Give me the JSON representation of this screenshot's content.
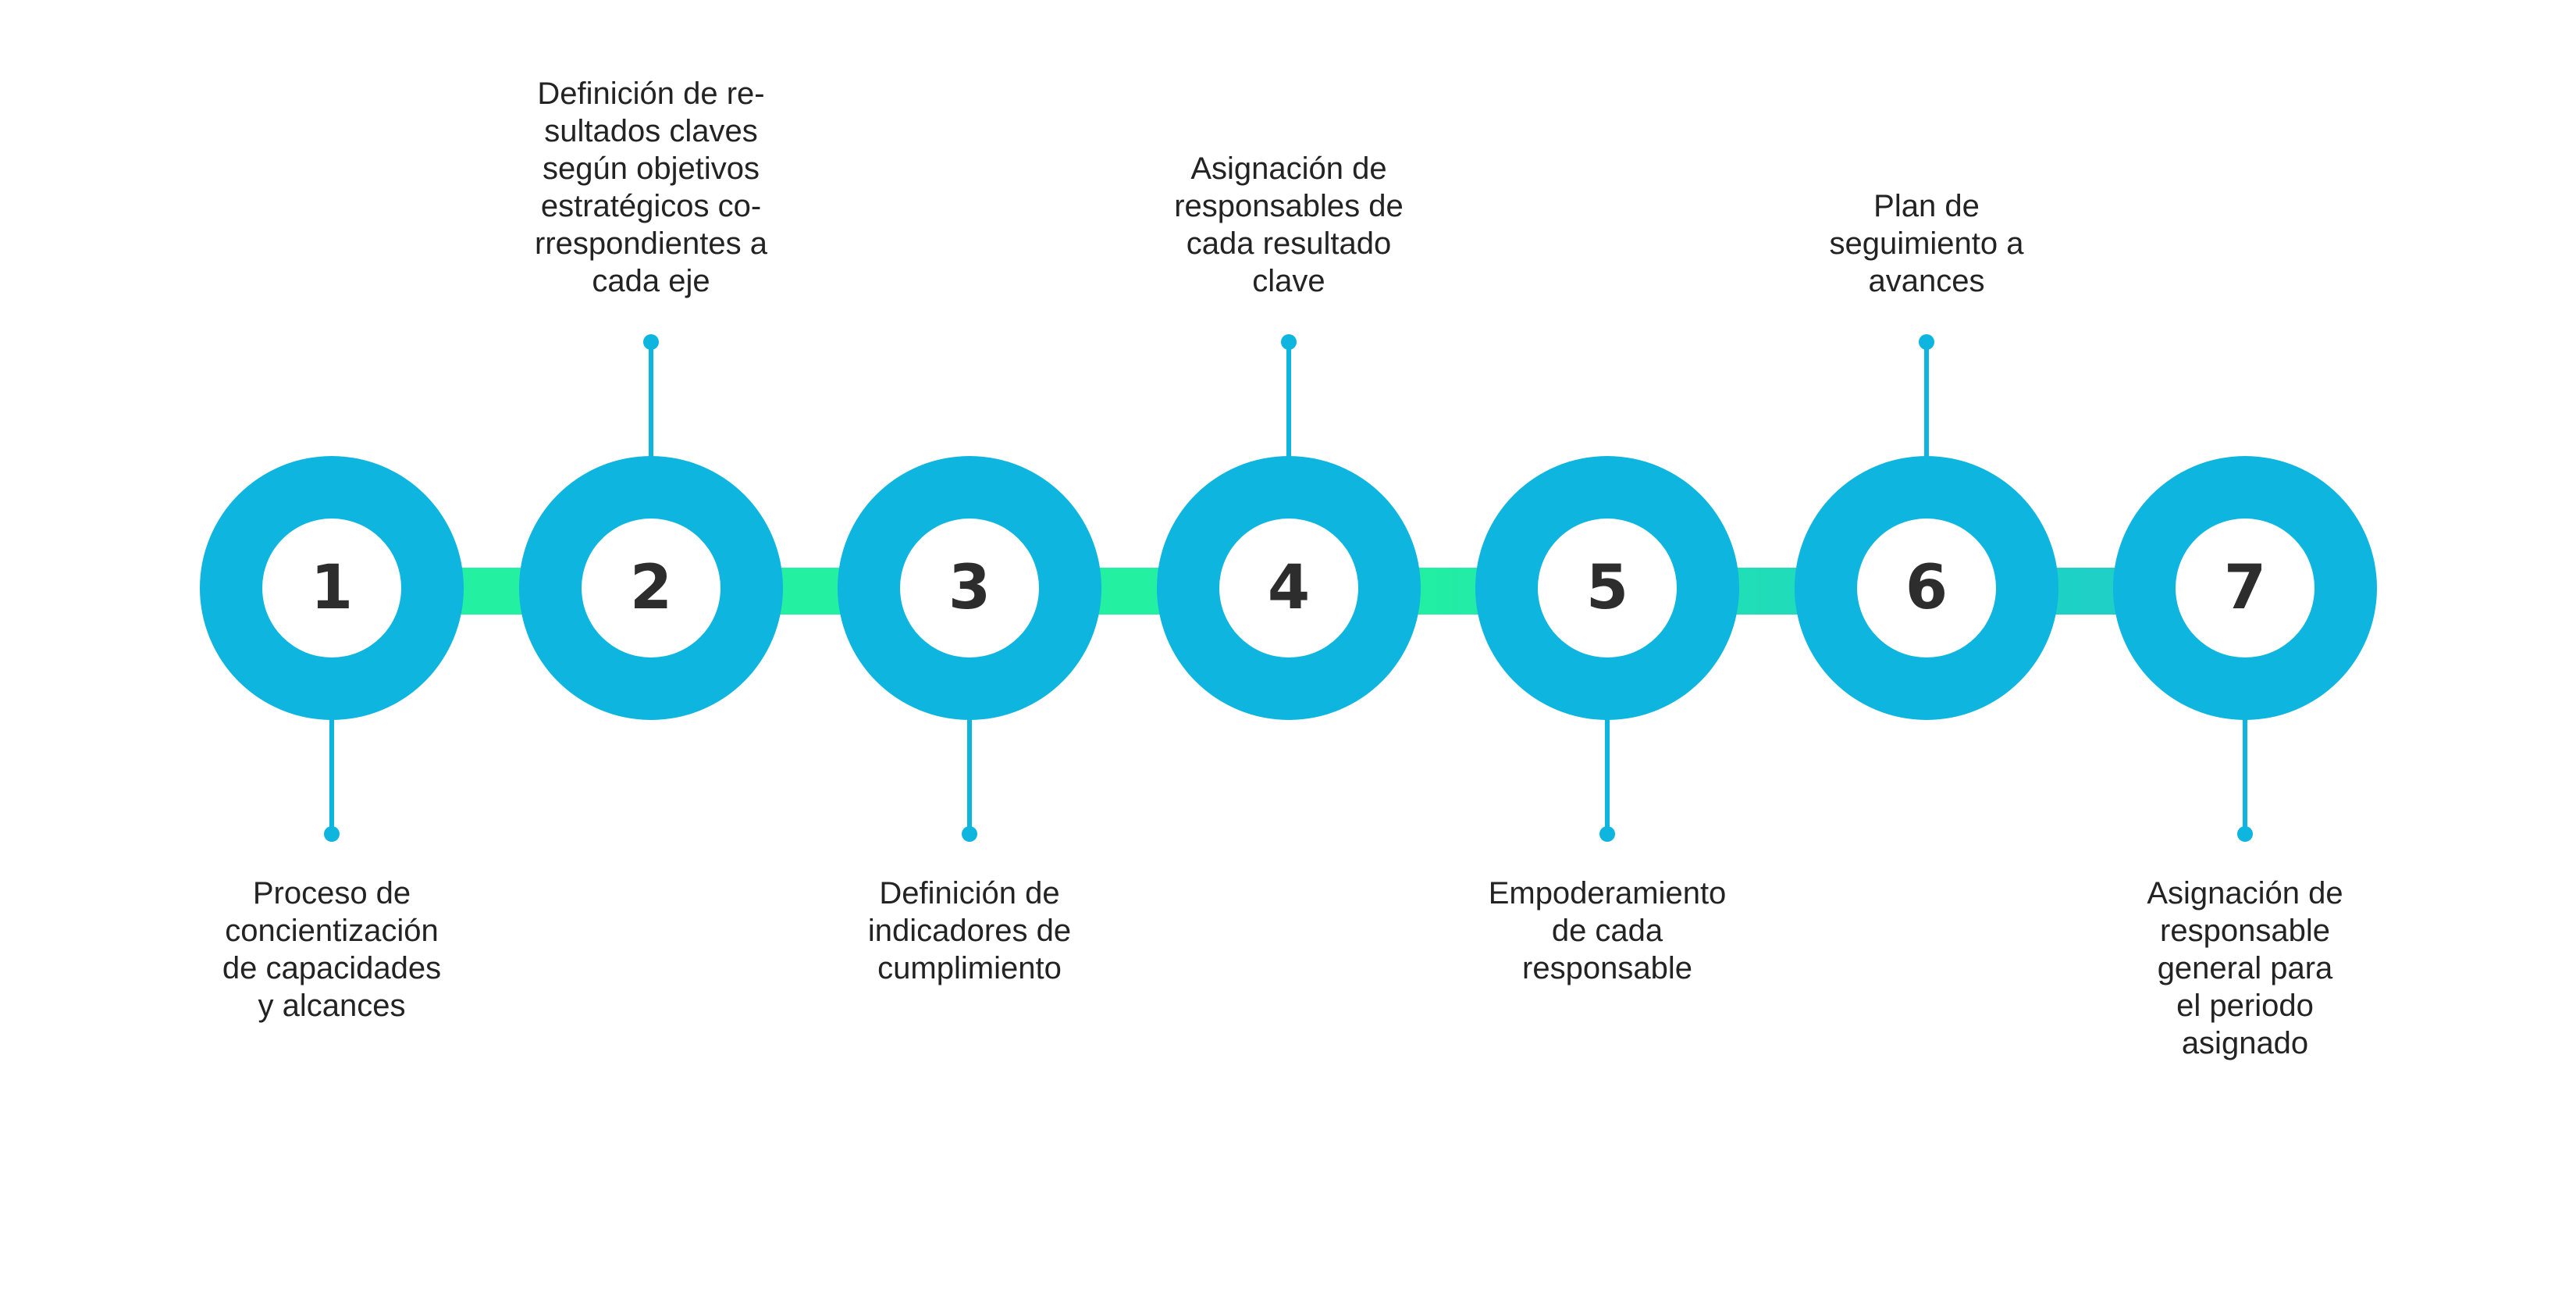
{
  "colors": {
    "circle": "#0db5df",
    "connector_start": "#23f0a0",
    "connector_end": "#1ecbcb",
    "text": "#232323"
  },
  "steps": [
    {
      "number": "1",
      "position": "bottom",
      "label": "Proceso de\nconcientización\nde capacidades\ny alcances"
    },
    {
      "number": "2",
      "position": "top",
      "label": "Definición de re-\nsultados claves\nsegún objetivos\nestratégicos co-\nrrespondientes a\ncada eje"
    },
    {
      "number": "3",
      "position": "bottom",
      "label": "Definición de\nindicadores de\ncumplimiento"
    },
    {
      "number": "4",
      "position": "top",
      "label": "Asignación de\nresponsables de\ncada resultado\nclave"
    },
    {
      "number": "5",
      "position": "bottom",
      "label": "Empoderamiento\nde cada\nresponsable"
    },
    {
      "number": "6",
      "position": "top",
      "label": "Plan de\nseguimiento a\navances"
    },
    {
      "number": "7",
      "position": "bottom",
      "label": "Asignación de\nresponsable\ngeneral para\nel periodo\nasignado"
    }
  ]
}
